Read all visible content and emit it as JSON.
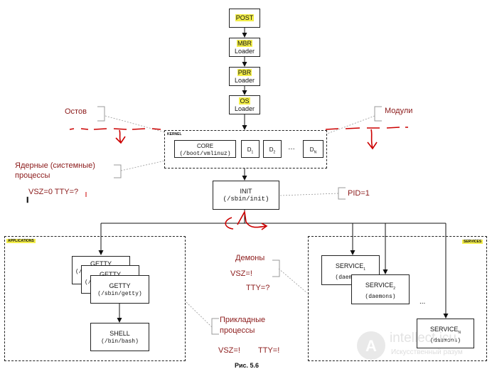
{
  "boot": {
    "post": {
      "label": "POST"
    },
    "mbr": {
      "hl": "MBR",
      "sub": "Loader"
    },
    "pbr": {
      "hl": "PBR",
      "sub": "Loader"
    },
    "os": {
      "hl": "OS",
      "sub": "Loader"
    }
  },
  "kernel": {
    "title": "KERNEL",
    "core": {
      "label": "CORE",
      "path": "(/boot/vmlinuz)"
    },
    "d1": {
      "base": "D",
      "sub": "1"
    },
    "d2": {
      "base": "D",
      "sub": "2"
    },
    "ellipsis": "…",
    "dn": {
      "base": "D",
      "sub": "N"
    }
  },
  "init": {
    "label": "INIT",
    "path": "(/sbin/init)"
  },
  "applications": {
    "title": "APPLICATIONS",
    "getty": {
      "label": "GETTY",
      "path": "(/sbin/getty)",
      "path_partial": "(/",
      "path_partial2": "(/"
    },
    "shell": {
      "label": "SHELL",
      "path": "(/bin/bash)"
    }
  },
  "services": {
    "title": "SERVICES",
    "service1": {
      "base": "SERVICE",
      "sub": "1",
      "path": "(daemons)"
    },
    "service2": {
      "base": "SERVICE",
      "sub": "2",
      "path": "(daemons)"
    },
    "ellipsis": "...",
    "servicen": {
      "base": "SERVICE",
      "sub": "N",
      "path": "(daemons)"
    }
  },
  "annotations": {
    "ostov": "Остов",
    "moduli": "Модули",
    "kernel_proc_1": "Ядерные (системные)",
    "kernel_proc_2": "процессы",
    "vsz_tty": "VSZ=0 TTY=?",
    "pid": "PID=1",
    "daemons": "Демоны",
    "daemons_vsz": "VSZ=!",
    "daemons_tty": "TTY=?",
    "app_proc_1": "Прикладные",
    "app_proc_2": "процессы",
    "app_vsz": "VSZ=!",
    "app_tty": "TTY=!"
  },
  "caption": "Рис. 5.6",
  "watermark": {
    "name": "intellect.icu",
    "sub": "Искусственный разум"
  },
  "colors": {
    "highlight": "#f3ee4a",
    "annotation": "#8b1a1a",
    "pen": "#cc0000"
  }
}
